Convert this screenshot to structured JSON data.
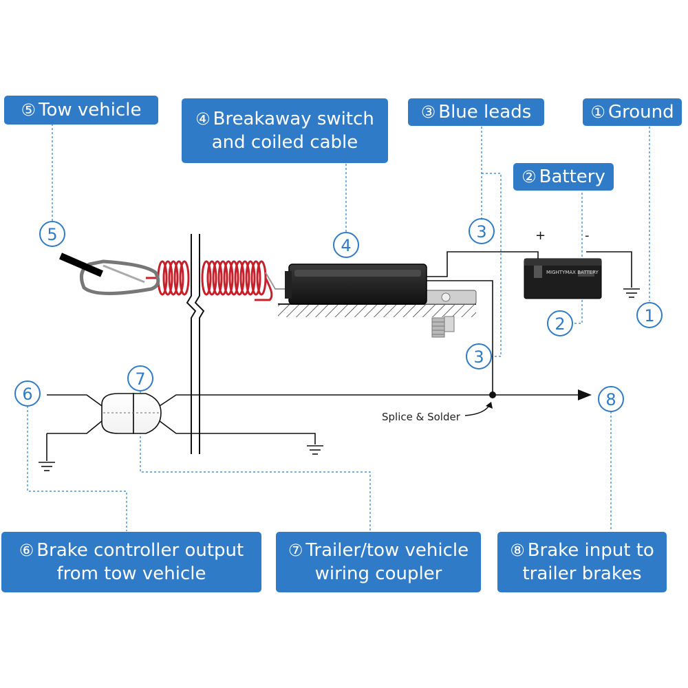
{
  "labels": {
    "ground": {
      "symbol": "①",
      "text": "Ground"
    },
    "battery": {
      "symbol": "②",
      "text": "Battery"
    },
    "blue_leads": {
      "symbol": "③",
      "text": "Blue leads"
    },
    "breakaway": {
      "symbol": "④",
      "line1": "Breakaway switch",
      "line2": "and coiled cable"
    },
    "tow_vehicle": {
      "symbol": "⑤",
      "text": "Tow vehicle"
    },
    "brake_controller": {
      "symbol": "⑥",
      "line1": "Brake controller output",
      "line2": "from tow vehicle"
    },
    "coupler": {
      "symbol": "⑦",
      "line1": "Trailer/tow vehicle",
      "line2": "wiring coupler"
    },
    "brake_input": {
      "symbol": "⑧",
      "line1": "Brake input to",
      "line2": "trailer brakes"
    }
  },
  "markers": {
    "n1": "1",
    "n2": "2",
    "n3a": "3",
    "n3b": "3",
    "n4": "4",
    "n5": "5",
    "n6": "6",
    "n7": "7",
    "n8": "8"
  },
  "battery": {
    "plus": "+",
    "minus": "-",
    "brand": "MIGHTYMAX BATTERY"
  },
  "splice_label": "Splice & Solder",
  "colors": {
    "label_bg": "#2f7bc8",
    "marker_ring": "#2f7bc8",
    "cable_red": "#c8202a",
    "wire": "#111111"
  }
}
